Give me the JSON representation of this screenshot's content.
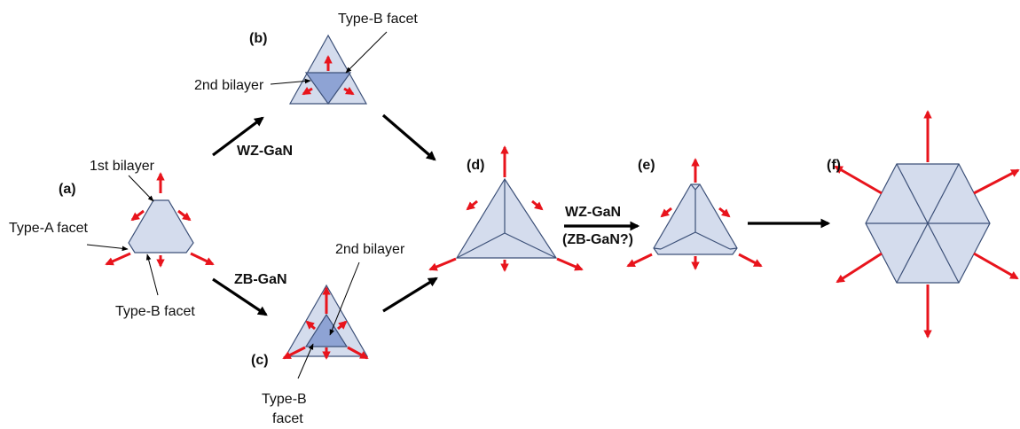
{
  "panels": {
    "a": {
      "tag": "(a)",
      "first_bilayer": "1st bilayer",
      "type_a": "Type-A facet",
      "type_b": "Type-B facet"
    },
    "b": {
      "tag": "(b)",
      "type_b": "Type-B facet",
      "second_bilayer": "2nd bilayer"
    },
    "c": {
      "tag": "(c)",
      "second_bilayer": "2nd bilayer",
      "type_b_line1": "Type-B",
      "type_b_line2": "facet"
    },
    "d": {
      "tag": "(d)"
    },
    "e": {
      "tag": "(e)"
    },
    "f": {
      "tag": "(f)"
    }
  },
  "arrows": {
    "wz": "WZ-GaN",
    "zb": "ZB-GaN",
    "de_top": "WZ-GaN",
    "de_bottom": "(ZB-GaN?)"
  },
  "colors": {
    "fill": "#d4dced",
    "fill_dark": "#8ea3d4",
    "outline": "#3c5078",
    "growth_arrow": "#e8141c",
    "flow_arrow": "#000000"
  }
}
